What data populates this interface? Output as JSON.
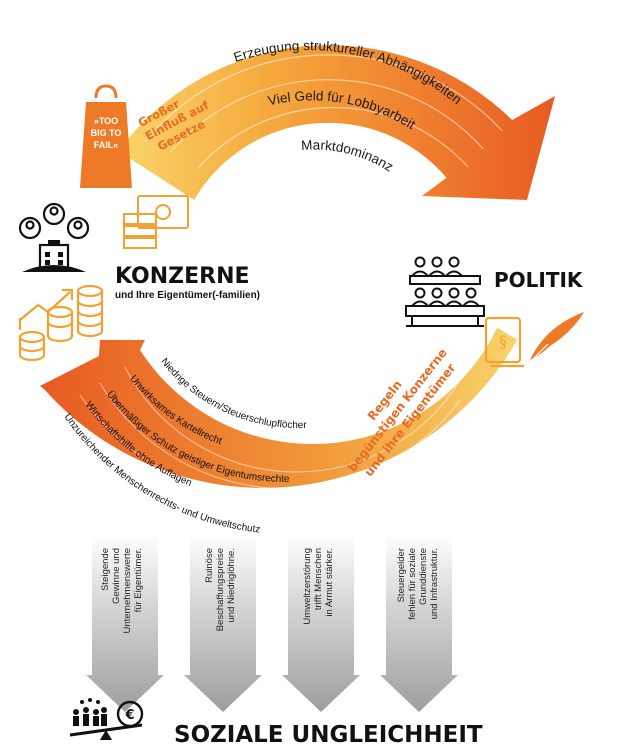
{
  "upper_arc": {
    "lines": [
      "Erzeugung struktureller Abhängigkeiten",
      "Viel Geld für Lobbyarbeit",
      "Marktdominanz"
    ],
    "side_label": [
      "Großer",
      "Einfluß auf",
      "Gesetze"
    ]
  },
  "lower_arc": {
    "lines": [
      "Niedrige Steuern/Steuerschlupflöcher",
      "Unwirksames Kartellrecht",
      "Übermäßiger Schutz geistiger Eigentumsrechte",
      "Wirtschaftshilfe ohne Auflagen",
      "Unzureichender Menschenrechts- und Umweltschutz"
    ],
    "side_label": [
      "Regeln",
      "begünstigen Konzerne",
      "und ihre Eigentümer"
    ]
  },
  "badge": {
    "lines": [
      "»TOO",
      "BIG TO",
      "FAIL«"
    ]
  },
  "konzerne": {
    "title": "KONZERNE",
    "subtitle": "und Ihre Eigentümer(-familien)"
  },
  "politik": {
    "title": "POLITIK"
  },
  "arrows": [
    {
      "lines": [
        "Steigende",
        "Gewinne und",
        "Unternehmenswerte",
        "für Eigentümer."
      ]
    },
    {
      "lines": [
        "Ruinöse",
        "Beschaffungspreise",
        "und Niedriglöhne."
      ]
    },
    {
      "lines": [
        "Umweltzerstörung",
        "trifft Menschen",
        "in Armut stärker."
      ]
    },
    {
      "lines": [
        "Steuergelder",
        "fehlen für soziale",
        "Grunddienste",
        "und Infrastruktur."
      ]
    }
  ],
  "bottom": {
    "title": "SOZIALE UNGLEICHHEIT",
    "coin_symbol": "€"
  },
  "icons": [
    "shopping-bag-icon",
    "money-stack-icon",
    "people-group-icon",
    "building-icon",
    "growth-chart-icon",
    "coins-stack-icon",
    "parliament-icon",
    "law-book-icon",
    "quill-icon",
    "crowd-icon",
    "euro-coin-icon",
    "scale-icon"
  ],
  "colors": {
    "orange": "#ee7a28",
    "deep_orange": "#e85a22",
    "light_orange": "#f6b24a",
    "yellow": "#f8d46a",
    "dark": "#111111",
    "grey": "#b8b8b8"
  }
}
